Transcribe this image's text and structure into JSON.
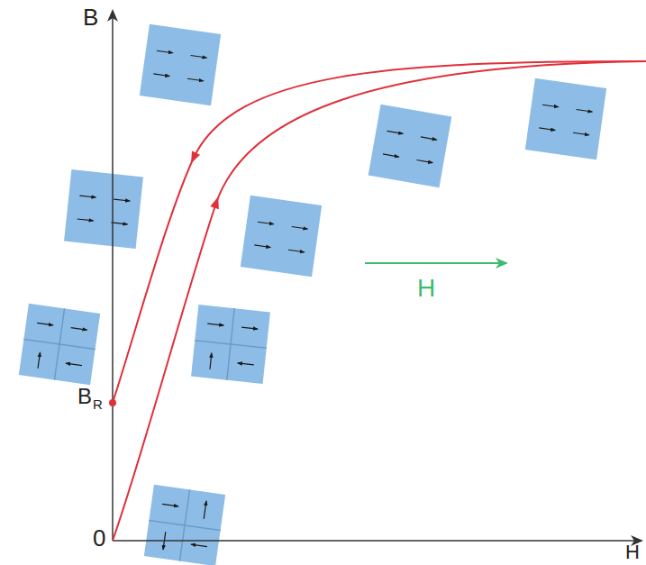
{
  "diagram": {
    "labels": [
      "B",
      "0",
      "H",
      "B",
      "R",
      "H"
    ]
  }
}
